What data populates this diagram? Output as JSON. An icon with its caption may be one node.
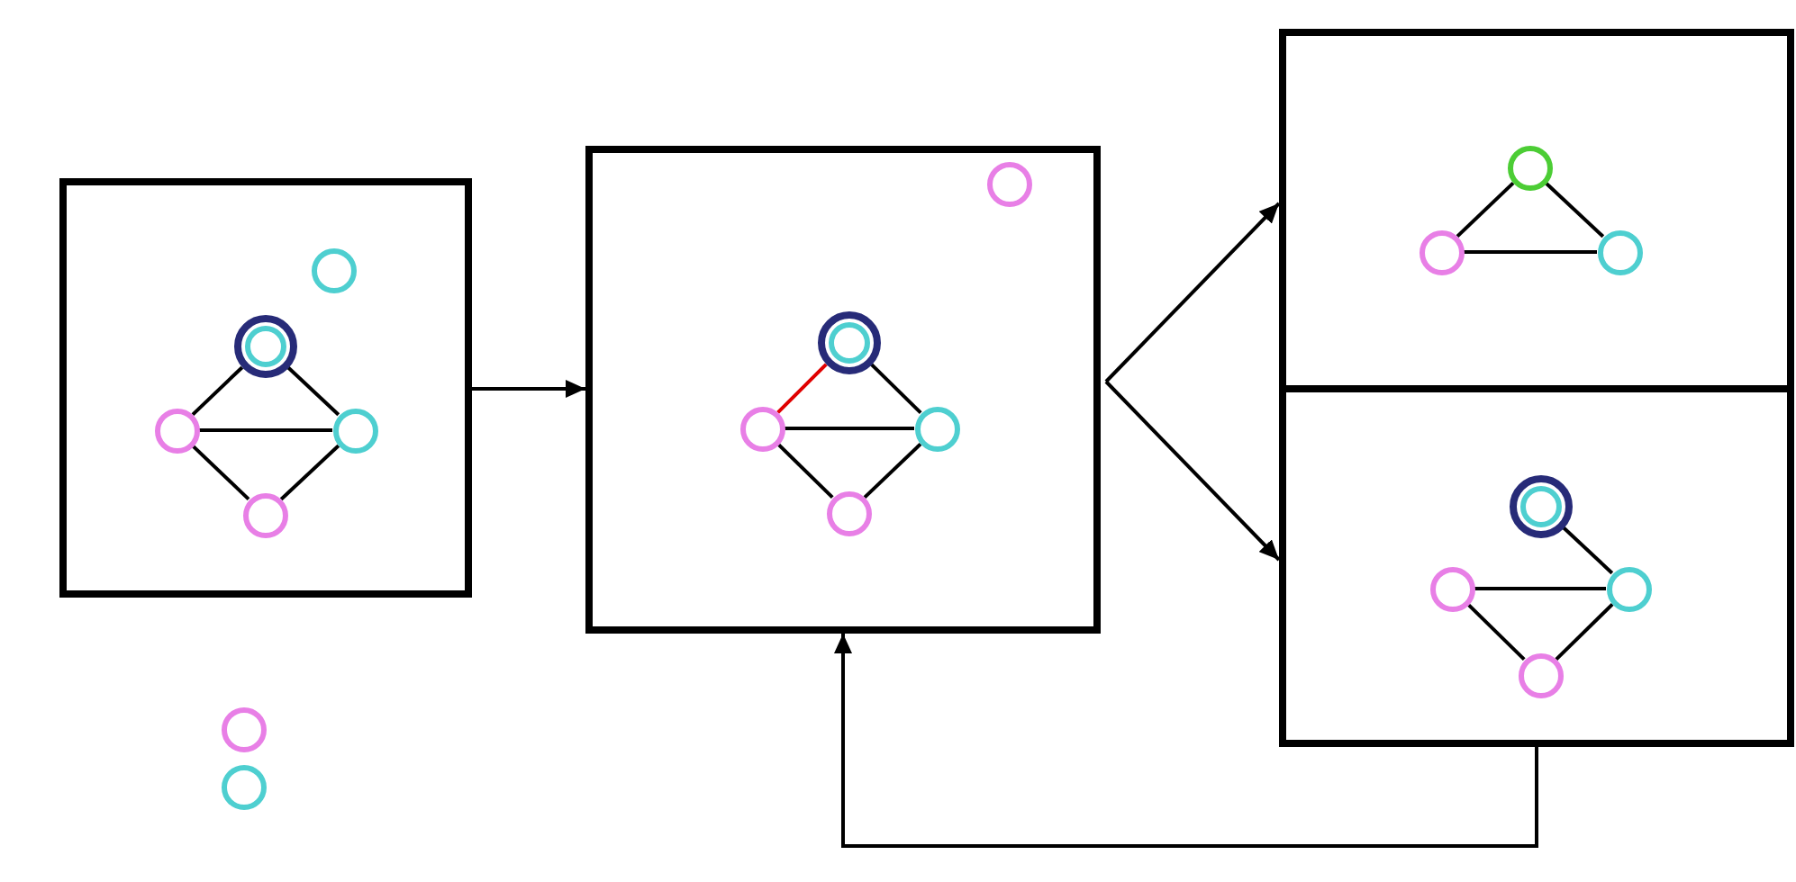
{
  "diagram": {
    "nodes": [
      {
        "text": [],
        "shape": "box"
      },
      {
        "text": [],
        "shape": "circle",
        "in": 0
      },
      {
        "text": [],
        "shape": "circle",
        "in": 0
      },
      {
        "text": [],
        "shape": "circle",
        "in": 2
      },
      {
        "text": [],
        "shape": "circle",
        "in": 0
      },
      {
        "text": [],
        "shape": "circle",
        "in": 0
      },
      {
        "text": [],
        "shape": "circle",
        "in": 0
      },
      {
        "text": [],
        "shape": "circle"
      },
      {
        "text": [],
        "shape": "circle"
      },
      {
        "text": [],
        "shape": "box"
      },
      {
        "text": [],
        "shape": "circle",
        "in": 9
      },
      {
        "text": [],
        "shape": "circle",
        "in": 9
      },
      {
        "text": [],
        "shape": "circle",
        "in": 11
      },
      {
        "text": [],
        "shape": "circle",
        "in": 9
      },
      {
        "text": [],
        "shape": "circle",
        "in": 9
      },
      {
        "text": [],
        "shape": "circle",
        "in": 9
      },
      {
        "text": [],
        "shape": "box"
      },
      {
        "text": [],
        "shape": "circle",
        "in": 16
      },
      {
        "text": [],
        "shape": "circle",
        "in": 16
      },
      {
        "text": [],
        "shape": "circle",
        "in": 16
      },
      {
        "text": [],
        "shape": "box"
      },
      {
        "text": [],
        "shape": "circle",
        "in": 20
      },
      {
        "text": [],
        "shape": "circle",
        "in": 21
      },
      {
        "text": [],
        "shape": "circle",
        "in": 20
      },
      {
        "text": [],
        "shape": "circle",
        "in": 20
      },
      {
        "text": [],
        "shape": "circle",
        "in": 20
      }
    ],
    "edges": [
      {
        "from": 2,
        "to": 4,
        "arrow": "none"
      },
      {
        "from": 2,
        "to": 5,
        "arrow": "none"
      },
      {
        "from": 4,
        "to": 5,
        "arrow": "none"
      },
      {
        "from": 4,
        "to": 6,
        "arrow": "none"
      },
      {
        "from": 5,
        "to": 6,
        "arrow": "none"
      },
      {
        "from": 0,
        "to": 9,
        "arrow": "to"
      },
      {
        "from": 11,
        "to": 13,
        "arrow": "none",
        "color": "#e00000"
      },
      {
        "from": 11,
        "to": 14,
        "arrow": "none"
      },
      {
        "from": 13,
        "to": 14,
        "arrow": "none"
      },
      {
        "from": 13,
        "to": 15,
        "arrow": "none"
      },
      {
        "from": 14,
        "to": 15,
        "arrow": "none"
      },
      {
        "from": 9,
        "to": 16,
        "arrow": "to"
      },
      {
        "from": 9,
        "to": 20,
        "arrow": "to"
      },
      {
        "from": 17,
        "to": 18,
        "arrow": "none"
      },
      {
        "from": 17,
        "to": 19,
        "arrow": "none"
      },
      {
        "from": 18,
        "to": 19,
        "arrow": "none"
      },
      {
        "from": 21,
        "to": 24,
        "arrow": "none"
      },
      {
        "from": 23,
        "to": 24,
        "arrow": "none"
      },
      {
        "from": 23,
        "to": 25,
        "arrow": "none"
      },
      {
        "from": 24,
        "to": 25,
        "arrow": "none"
      },
      {
        "from": 20,
        "to": 9,
        "arrow": "to"
      }
    ]
  }
}
